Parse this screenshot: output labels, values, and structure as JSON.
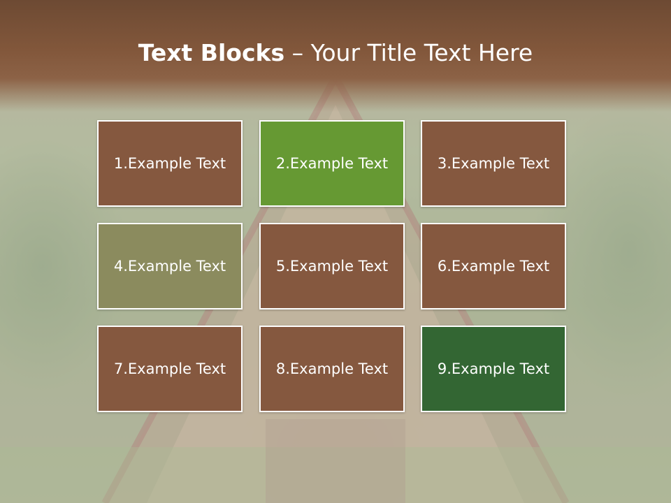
{
  "title": {
    "bold": "Text Blocks",
    "dash": " – ",
    "rest": "Your Title Text Here"
  },
  "colors": {
    "brown": "#85583f",
    "green_bright": "#669933",
    "olive": "#8b8b5e",
    "green_dark": "#336633",
    "border": "#ffffff"
  },
  "blocks": [
    {
      "label": "1.Example Text",
      "color": "#85583f"
    },
    {
      "label": "2.Example Text",
      "color": "#669933"
    },
    {
      "label": "3.Example Text",
      "color": "#85583f"
    },
    {
      "label": "4.Example Text",
      "color": "#8b8b5e"
    },
    {
      "label": "5.Example Text",
      "color": "#85583f"
    },
    {
      "label": "6.Example Text",
      "color": "#85583f"
    },
    {
      "label": "7.Example Text",
      "color": "#85583f"
    },
    {
      "label": "8.Example Text",
      "color": "#85583f"
    },
    {
      "label": "9.Example Text",
      "color": "#336633"
    }
  ]
}
